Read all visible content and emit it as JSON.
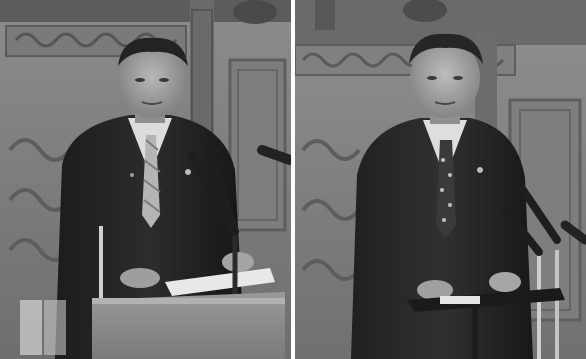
{
  "image": {
    "style": "grayscale",
    "panels": [
      {
        "subject": "speaker-at-podium-left"
      },
      {
        "subject": "speaker-at-podium-right"
      }
    ]
  }
}
